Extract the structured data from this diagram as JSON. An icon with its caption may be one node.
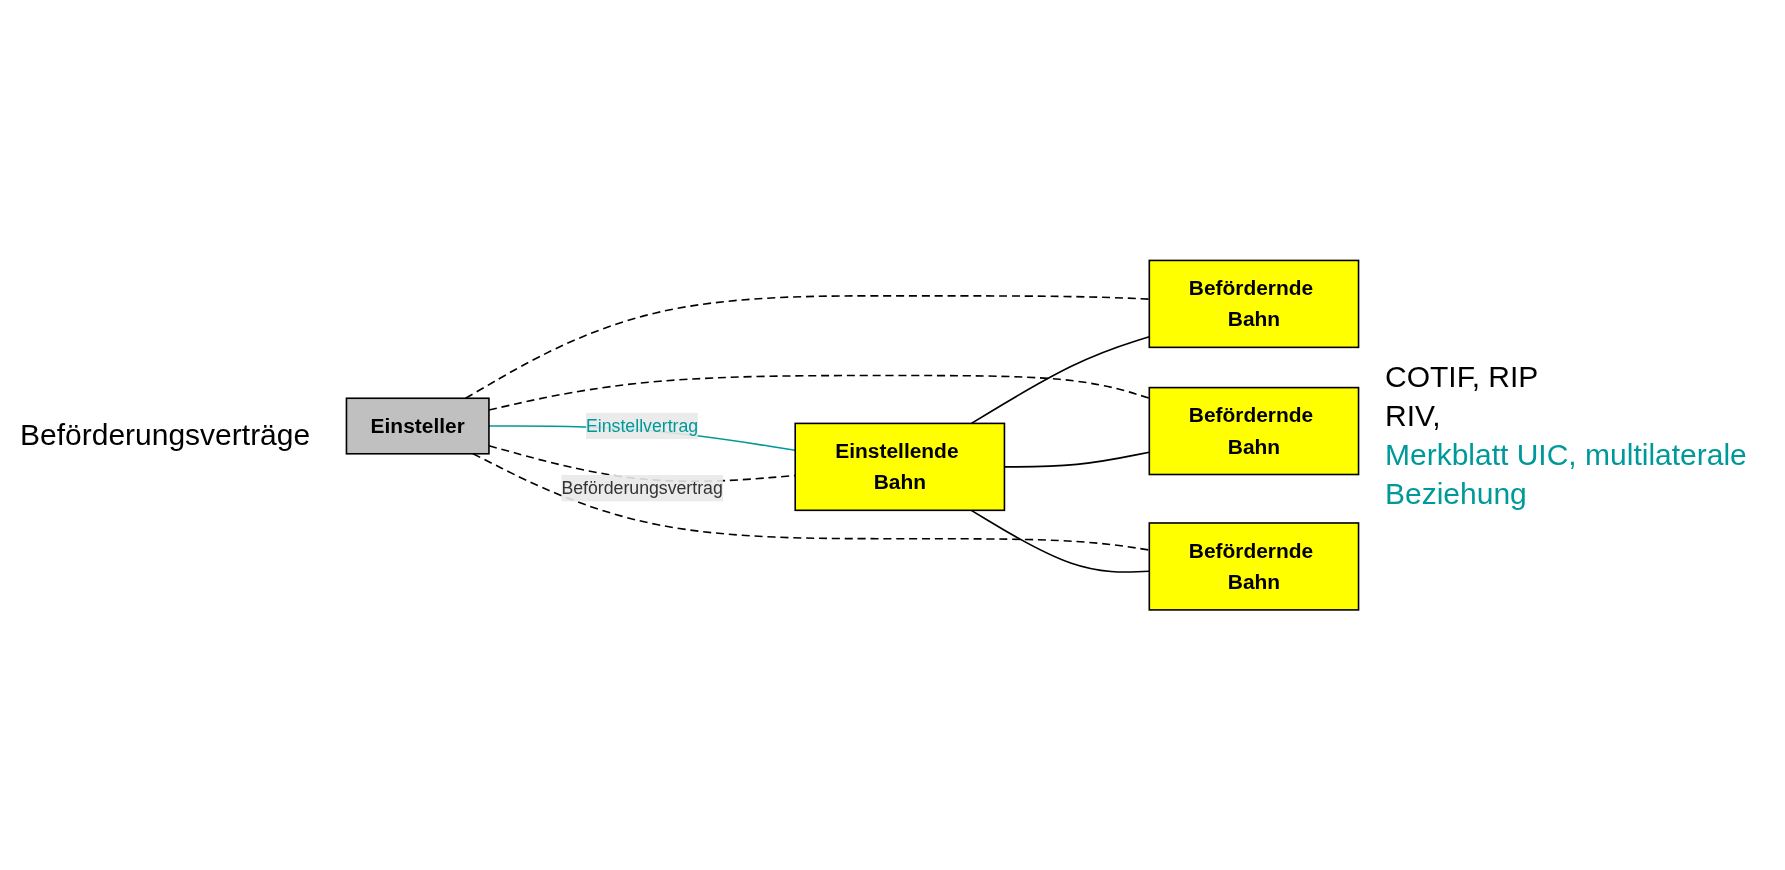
{
  "diagram": {
    "nodes": [
      {
        "text": [
          "Einsteller"
        ]
      },
      {
        "text": [
          "Einstellende Bahn"
        ]
      },
      {
        "text": [
          "Befördernde Bahn"
        ]
      },
      {
        "text": [
          "Befördernde Bahn"
        ]
      },
      {
        "text": [
          "Befördernde Bahn"
        ]
      }
    ],
    "edges": [
      {
        "from": 0,
        "to": 1,
        "arrow": "none",
        "label": "Einstellvertrag",
        "color": "#009999"
      },
      {
        "from": 0,
        "to": 1,
        "arrow": "none",
        "label": "Beförderungsvertrag",
        "style": "dashed"
      },
      {
        "from": 0,
        "to": 2,
        "arrow": "none",
        "style": "dashed"
      },
      {
        "from": 0,
        "to": 3,
        "arrow": "none",
        "style": "dashed"
      },
      {
        "from": 0,
        "to": 4,
        "arrow": "none",
        "style": "dashed"
      },
      {
        "from": 1,
        "to": 2,
        "arrow": "none"
      },
      {
        "from": 1,
        "to": 3,
        "arrow": "none"
      },
      {
        "from": 1,
        "to": 4,
        "arrow": "none"
      }
    ],
    "labels": [
      "Beförderungsverträge",
      "COTIF, RIP",
      "RIV,",
      "Merkblatt UIC, multilaterale Beziehung"
    ]
  }
}
